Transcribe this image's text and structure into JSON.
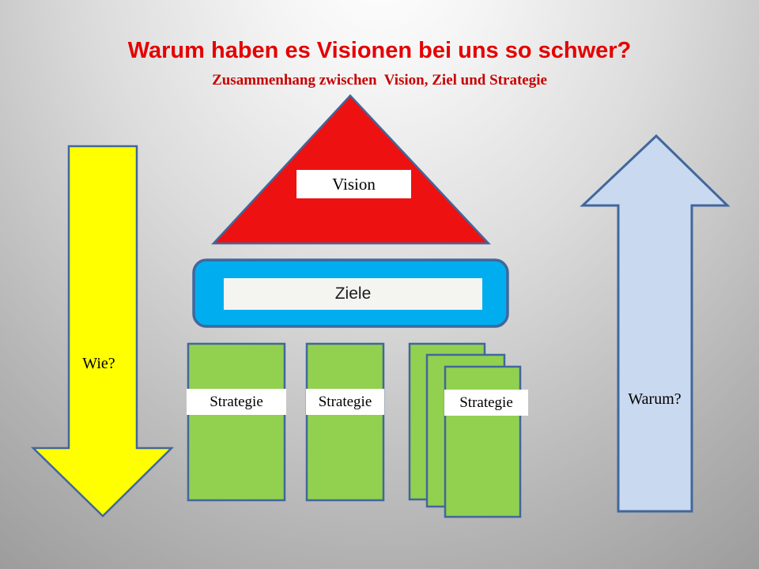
{
  "slide": {
    "title": "Warum haben es Visionen bei uns so schwer?",
    "subtitle": "Zusammenhang zwischen  Vision, Ziel und Strategie",
    "title_color": "#e50000",
    "subtitle_color": "#c80000",
    "background_top_color": "#ffffff",
    "background_edge_color": "#929292"
  },
  "diagram": {
    "outline_color": "#41679c",
    "pyramid": {
      "label": "Vision",
      "fill": "#ee1111",
      "label_bg": "#ffffff"
    },
    "goals_bar": {
      "label": "Ziele",
      "fill": "#00aeef",
      "label_bg": "#f4f4f1"
    },
    "strategy_columns": {
      "fill": "#92d050",
      "label_bg": "#ffffff",
      "items": [
        {
          "label": "Strategie"
        },
        {
          "label": "Strategie"
        },
        {
          "label": "Strategie",
          "stacked": true
        }
      ]
    },
    "how_arrow": {
      "label": "Wie?",
      "fill": "#ffff00",
      "direction": "down"
    },
    "why_arrow": {
      "label": "Warum?",
      "fill": "#c9d9f0",
      "direction": "up"
    }
  }
}
